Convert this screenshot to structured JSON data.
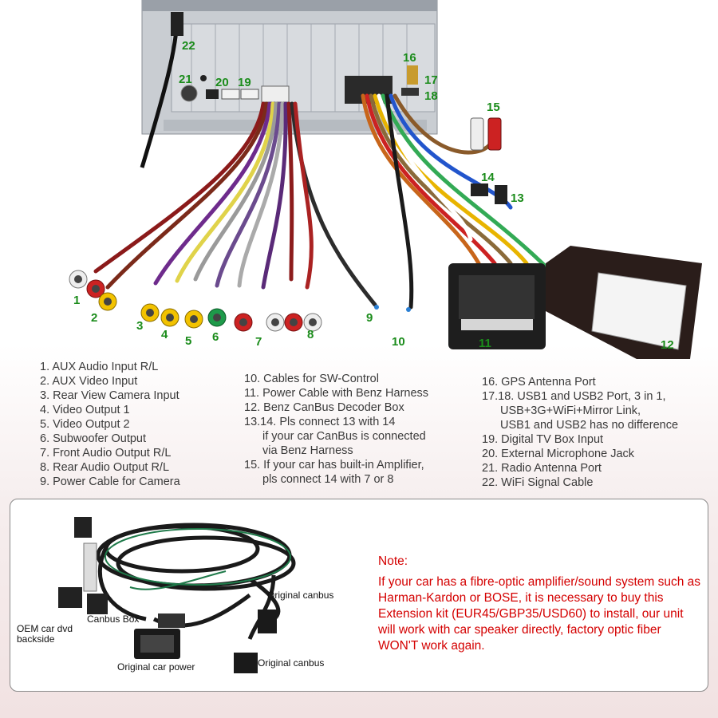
{
  "callouts": [
    "1",
    "2",
    "3",
    "4",
    "5",
    "6",
    "7",
    "8",
    "9",
    "10",
    "11",
    "12",
    "13",
    "14",
    "15",
    "16",
    "17",
    "18",
    "19",
    "20",
    "21",
    "22"
  ],
  "legend": {
    "col1": [
      "1. AUX Audio Input R/L",
      "2. AUX Video Input",
      "3. Rear View Camera Input",
      "4. Video Output 1",
      "5. Video Output 2",
      "6. Subwoofer Output",
      "7. Front Audio Output R/L",
      "8. Rear Audio Output R/L",
      "9. Power Cable for Camera"
    ],
    "col2": [
      "10. Cables for SW-Control",
      "11. Power Cable with Benz Harness",
      "12. Benz CanBus Decoder Box",
      "13.14. Pls connect 13 with 14",
      "if your car CanBus is connected",
      "via Benz Harness",
      "15. If your car has built-in Amplifier,",
      "pls connect 14 with 7 or 8"
    ],
    "col3": [
      "16. GPS Antenna Port",
      "17.18.  USB1 and USB2 Port, 3 in 1,",
      "USB+3G+WiFi+Mirror Link,",
      "USB1 and USB2 has no difference",
      "19. Digital TV Box Input",
      "20. External Microphone Jack",
      "21. Radio Antenna Port",
      "22. WiFi Signal Cable"
    ]
  },
  "kit": {
    "labels": {
      "oem": "OEM car dvd backside",
      "canbus_box": "Canbus Box",
      "car_power": "Original car power",
      "canbus_top": "Original canbus",
      "canbus_bottom": "Original canbus"
    },
    "note_title": "Note:",
    "note_text": "If your car has a fibre-optic amplifier/sound system such as Harman-Kardon or BOSE, it is necessary to buy this Extension kit (EUR45/GBP35/USD60) to install, our unit will work with car speaker directly, factory optic fiber WON'T work again."
  },
  "colors": {
    "callout": "#1b8c1b",
    "note": "#d40000"
  }
}
